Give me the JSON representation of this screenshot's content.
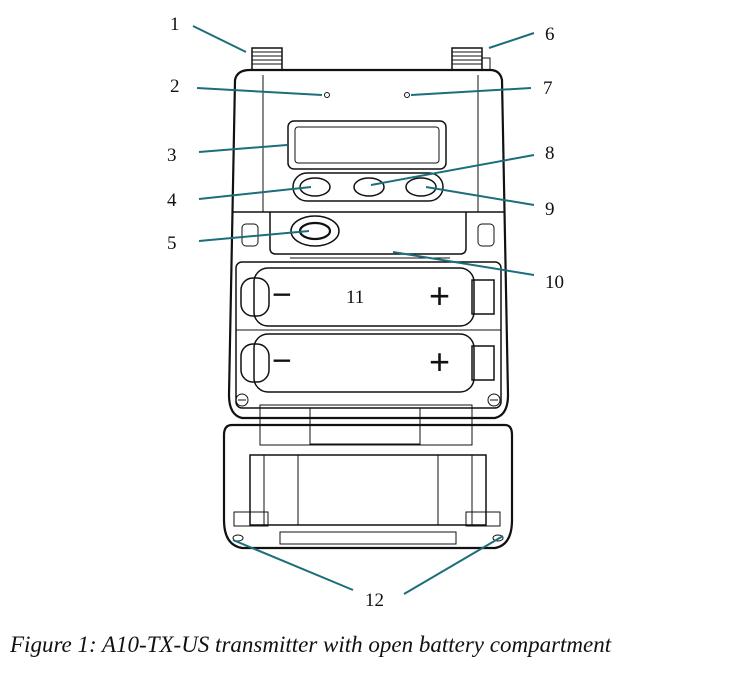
{
  "callouts": {
    "c1": "1",
    "c2": "2",
    "c3": "3",
    "c4": "4",
    "c5": "5",
    "c6": "6",
    "c7": "7",
    "c8": "8",
    "c9": "9",
    "c10": "10",
    "c11": "11",
    "c12": "12"
  },
  "polarity": {
    "minus": "−",
    "plus": "+"
  },
  "caption": "Figure 1:  A10-TX-US transmitter with open battery compartment",
  "colors": {
    "leader_line": "#1b6e7a",
    "outline": "#111111"
  }
}
